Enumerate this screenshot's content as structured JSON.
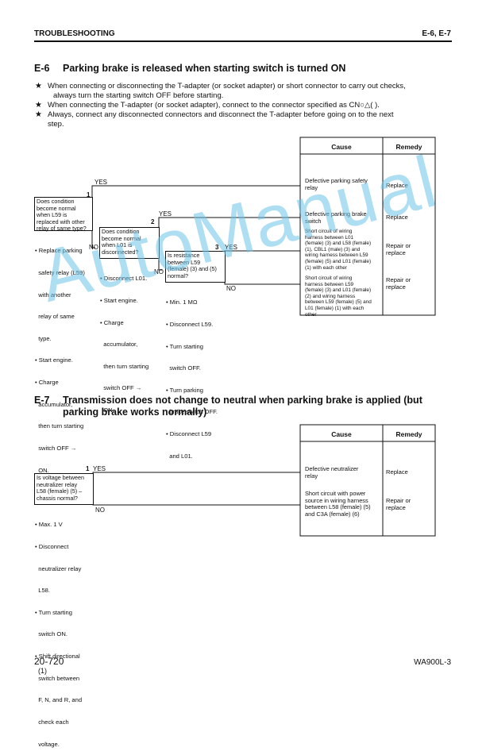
{
  "header": {
    "left": "TROUBLESHOOTING",
    "right": "E-6, E-7"
  },
  "e6": {
    "code": "E-6",
    "title": "Parking brake is released when starting switch is turned ON",
    "notes": [
      "When connecting or disconnecting the T-adapter (or socket adapter) or short connector to carry out checks,",
      "always turn the starting switch OFF before starting.",
      "When connecting the T-adapter (or socket adapter), connect to the connector specified as  CN○△(   ).",
      "Always, connect any disconnected connectors and disconnect the T-adapter before going on to the next",
      "step."
    ],
    "table": {
      "cause": "Cause",
      "remedy": "Remedy"
    },
    "yes": "YES",
    "no": "NO",
    "q1": {
      "num": "1",
      "lines": [
        "Does condition",
        "become normal",
        "when L59 is",
        "replaced with other",
        "relay of same type?"
      ]
    },
    "q1_steps": [
      "• Replace parking",
      "  safety relay (L59)",
      "  with another",
      "  relay of same",
      "  type.",
      "• Start engine.",
      "• Charge",
      "  accumulator,",
      "  then turn starting",
      "  switch OFF →",
      "  ON."
    ],
    "q2": {
      "num": "2",
      "lines": [
        "Does condition",
        "become normal",
        "when L01 is",
        "disconnected?"
      ]
    },
    "q2_steps": [
      "• Disconnect L01.",
      "• Start engine.",
      "• Charge",
      "  accumulator,",
      "  then turn starting",
      "  switch OFF →",
      "  ON."
    ],
    "q3": {
      "num": "3",
      "lines": [
        "Is resistance",
        "between L59",
        "(female) (3) and (5)",
        "normal?"
      ]
    },
    "q3_steps": [
      "• Min. 1 MΩ",
      "• Disconnect L59.",
      "• Turn starting",
      "  switch OFF.",
      "• Turn parking",
      "  brake switch OFF.",
      "• Disconnect L59",
      "  and L01."
    ],
    "causes": [
      {
        "lines": [
          "Defective parking safety",
          "relay"
        ],
        "remedy": [
          "Replace"
        ]
      },
      {
        "lines": [
          "Defective parking brake",
          "switch"
        ],
        "remedy": [
          "Replace"
        ]
      },
      {
        "lines": [
          "Short circuit of wiring",
          "harness between L01",
          "(female) (3) and L58 (female)",
          "(1), CBL1 (male) (3)  and",
          "wiring harness between L59",
          "(female) (5) and L01 (female)",
          "(1) with each other"
        ],
        "remedy": [
          "Repair or",
          "replace"
        ]
      },
      {
        "lines": [
          "Short circuit of wiring",
          "harness between L59",
          "(female) (3) and L01 (female)",
          "(2) and wiring harness",
          "between L59 (female) (5) and",
          "L01 (female) (1) with each",
          "other"
        ],
        "remedy": [
          "Repair or",
          "replace"
        ]
      }
    ]
  },
  "e7": {
    "code": "E-7",
    "title_1": "Transmission does not change to neutral when parking brake is applied (but",
    "title_2": "parking brake works normally)",
    "table": {
      "cause": "Cause",
      "remedy": "Remedy"
    },
    "yes": "YES",
    "no": "NO",
    "q1": {
      "num": "1",
      "lines": [
        "Is voltage between",
        "neutralizer relay",
        "L58 (female) (5) –",
        "chassis normal?"
      ]
    },
    "q1_steps": [
      "• Max. 1 V",
      "• Disconnect",
      "  neutralizer relay",
      "  L58.",
      "• Turn starting",
      "  switch ON.",
      "• Shift directional",
      "  switch between",
      "  F, N, and R, and",
      "  check each",
      "  voltage."
    ],
    "causes": [
      {
        "lines": [
          "Defective neutralizer",
          "relay"
        ],
        "remedy": [
          "Replace"
        ]
      },
      {
        "lines": [
          "Short circuit with power",
          "source in wiring harness",
          "between L58 (female) (5)",
          "and C3A (female) (6)"
        ],
        "remedy": [
          "Repair or",
          "replace"
        ]
      }
    ]
  },
  "watermark": "AutoManual",
  "footer": {
    "page": "20-720",
    "rev": "(1)",
    "model": "WA900L-3"
  }
}
